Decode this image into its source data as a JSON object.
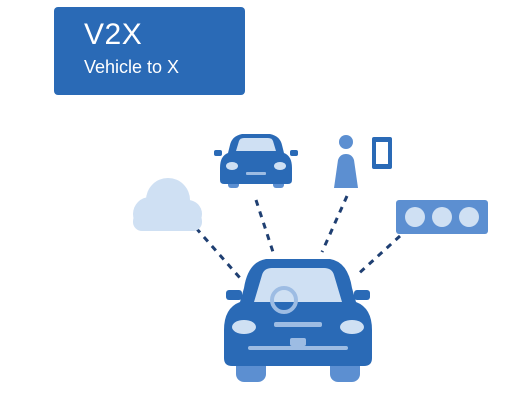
{
  "title": {
    "main": "V2X",
    "subtitle": "Vehicle to X"
  },
  "colors": {
    "title_bg": "#2a6ab6",
    "primary_blue": "#2a6ab6",
    "medium_blue": "#5c8fd1",
    "light_blue": "#9dbce3",
    "pale_blue": "#cfe0f3",
    "connector": "#1f3f72"
  },
  "nodes": [
    {
      "id": "main-vehicle",
      "icon": "car-front-icon"
    },
    {
      "id": "remote-vehicle",
      "icon": "car-front-icon"
    },
    {
      "id": "pedestrian",
      "icon": "person-with-phone-icon"
    },
    {
      "id": "infrastructure",
      "icon": "traffic-light-icon"
    },
    {
      "id": "network",
      "icon": "cloud-icon"
    }
  ]
}
